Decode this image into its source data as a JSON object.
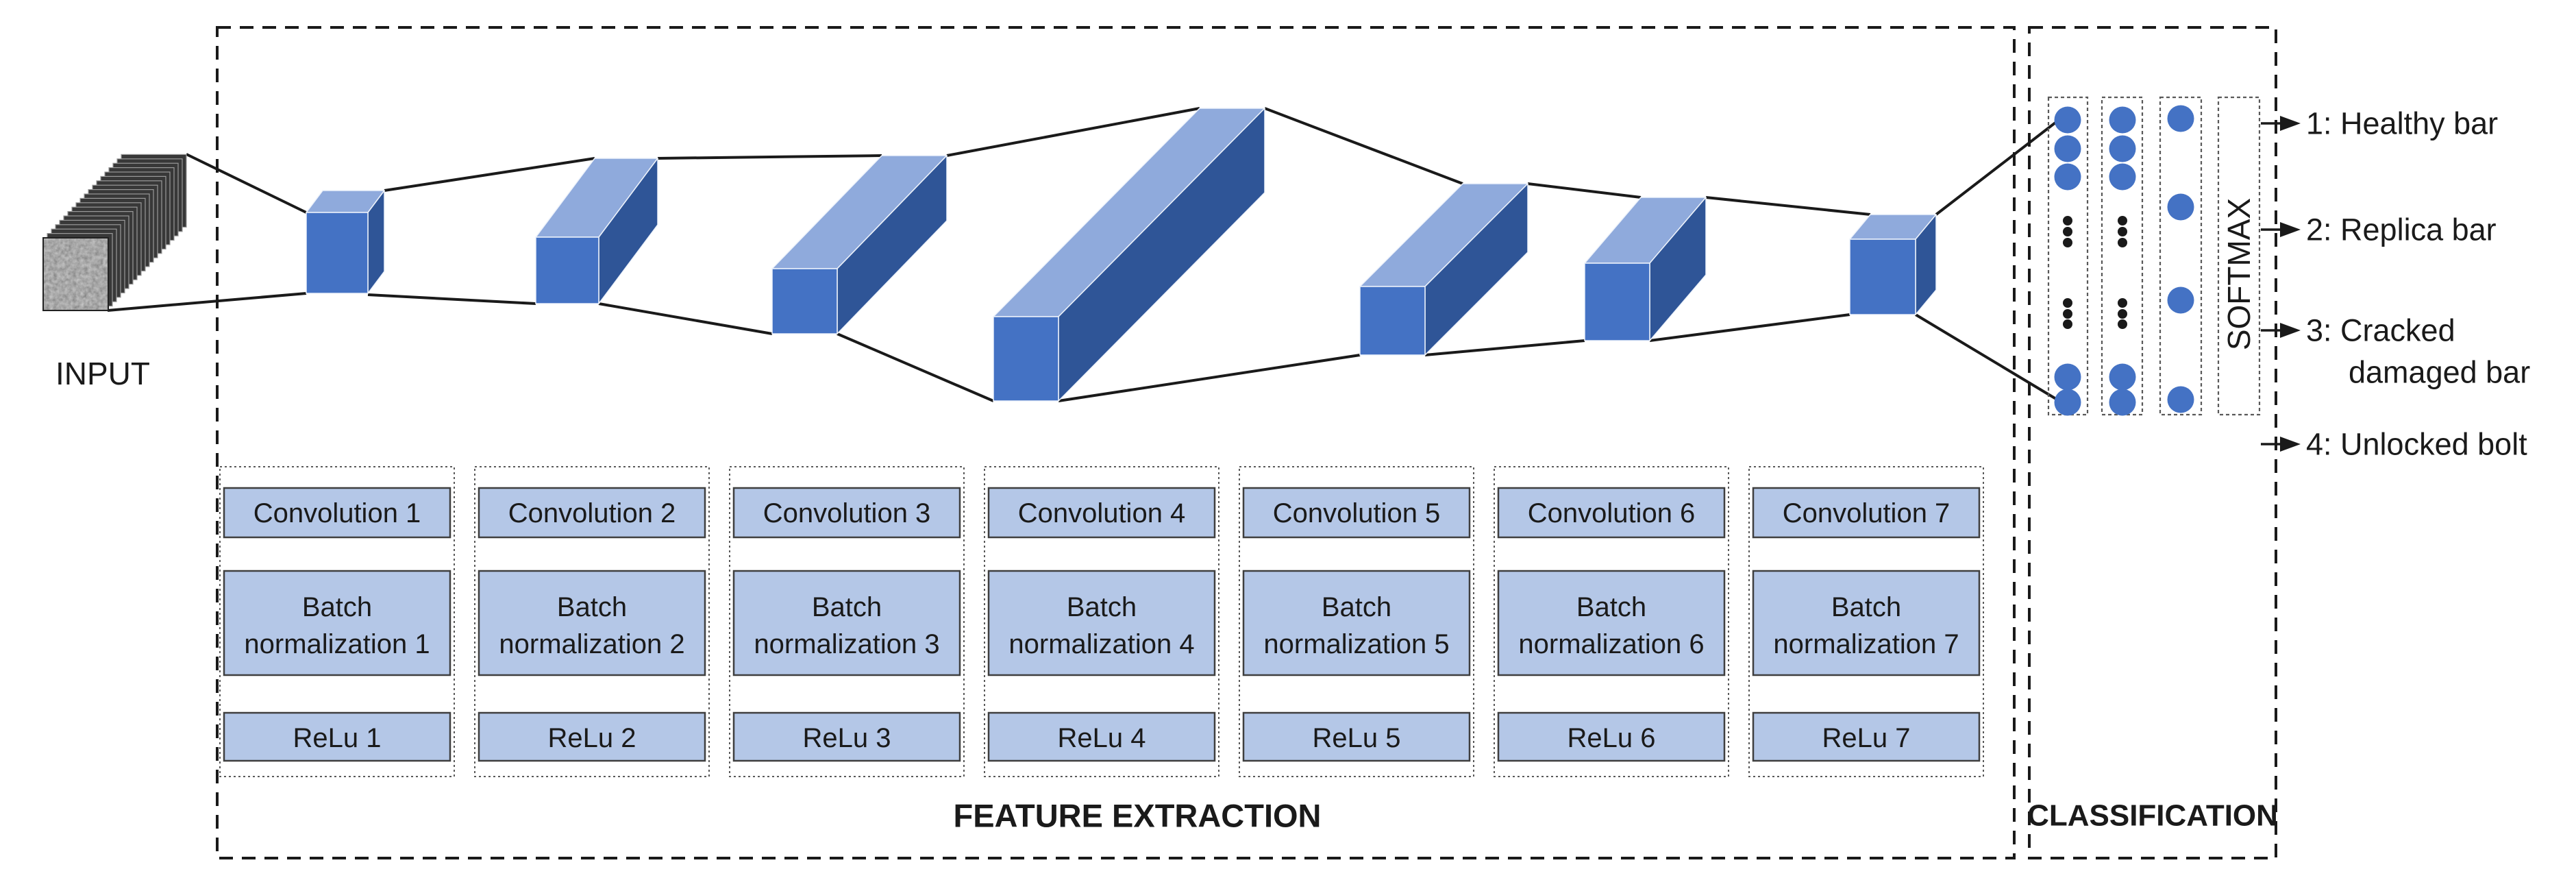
{
  "input": {
    "label": "INPUT"
  },
  "feature_extraction": {
    "caption": "FEATURE EXTRACTION",
    "blocks": [
      {
        "conv": "Convolution 1",
        "batch_norm_lines": [
          "Batch",
          "normalization 1"
        ],
        "relu": "ReLu 1"
      },
      {
        "conv": "Convolution 2",
        "batch_norm_lines": [
          "Batch",
          "normalization 2"
        ],
        "relu": "ReLu 2"
      },
      {
        "conv": "Convolution 3",
        "batch_norm_lines": [
          "Batch",
          "normalization 3"
        ],
        "relu": "ReLu 3"
      },
      {
        "conv": "Convolution 4",
        "batch_norm_lines": [
          "Batch",
          "normalization 4"
        ],
        "relu": "ReLu 4"
      },
      {
        "conv": "Convolution 5",
        "batch_norm_lines": [
          "Batch",
          "normalization 5"
        ],
        "relu": "ReLu 5"
      },
      {
        "conv": "Convolution 6",
        "batch_norm_lines": [
          "Batch",
          "normalization 6"
        ],
        "relu": "ReLu 6"
      },
      {
        "conv": "Convolution 7",
        "batch_norm_lines": [
          "Batch",
          "normalization 7"
        ],
        "relu": "ReLu 7"
      }
    ]
  },
  "classification": {
    "caption": "CLASSIFICATION",
    "softmax_label": "SOFTMAX",
    "outputs": [
      {
        "lines": [
          "1: Healthy bar"
        ]
      },
      {
        "lines": [
          "2: Replica bar"
        ]
      },
      {
        "lines": [
          "3: Cracked",
          "damaged bar"
        ]
      },
      {
        "lines": [
          "4: Unlocked bolt"
        ]
      }
    ]
  },
  "colors": {
    "cube_front": "#4472C4",
    "cube_top": "#8FAADC",
    "cube_side": "#2F5597",
    "block_fill": "#B4C7E7",
    "block_border": "#3F3F3F",
    "neuron_fill": "#4472C4",
    "dot_fill": "#1A1A1A",
    "line": "#1A1A1A",
    "text": "#1A1A1A",
    "dashed_box": "#1A1A1A",
    "dotted_box": "#595959"
  }
}
